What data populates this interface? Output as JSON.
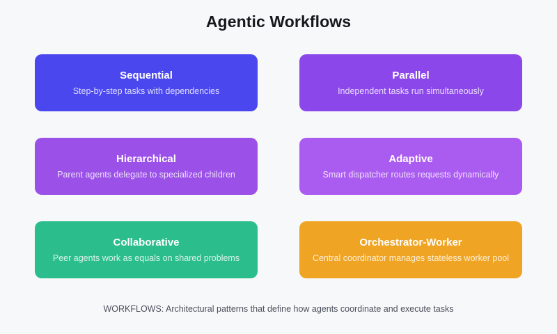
{
  "header": {
    "title": "Agentic Workflows"
  },
  "workflows": {
    "cards": [
      {
        "name": "sequential",
        "title": "Sequential",
        "subtitle": "Step-by-step tasks with dependencies",
        "color": "#4a47ef"
      },
      {
        "name": "parallel",
        "title": "Parallel",
        "subtitle": "Independent tasks run simultaneously",
        "color": "#8b47ea"
      },
      {
        "name": "hierarchical",
        "title": "Hierarchical",
        "subtitle": "Parent agents delegate to specialized children",
        "color": "#9b51e8"
      },
      {
        "name": "adaptive",
        "title": "Adaptive",
        "subtitle": "Smart dispatcher routes requests dynamically",
        "color": "#ab5cf0"
      },
      {
        "name": "collaborative",
        "title": "Collaborative",
        "subtitle": "Peer agents work as equals on shared problems",
        "color": "#2bbd8c"
      },
      {
        "name": "orchestrator-worker",
        "title": "Orchestrator-Worker",
        "subtitle": "Central coordinator manages stateless worker pool",
        "color": "#f0a424"
      }
    ]
  },
  "footer": {
    "note": "WORKFLOWS: Architectural patterns that define how agents coordinate and execute tasks"
  },
  "theme": {
    "background": "#f7f8fa",
    "title_color": "#17181c",
    "footer_color": "#4a4f5a"
  }
}
